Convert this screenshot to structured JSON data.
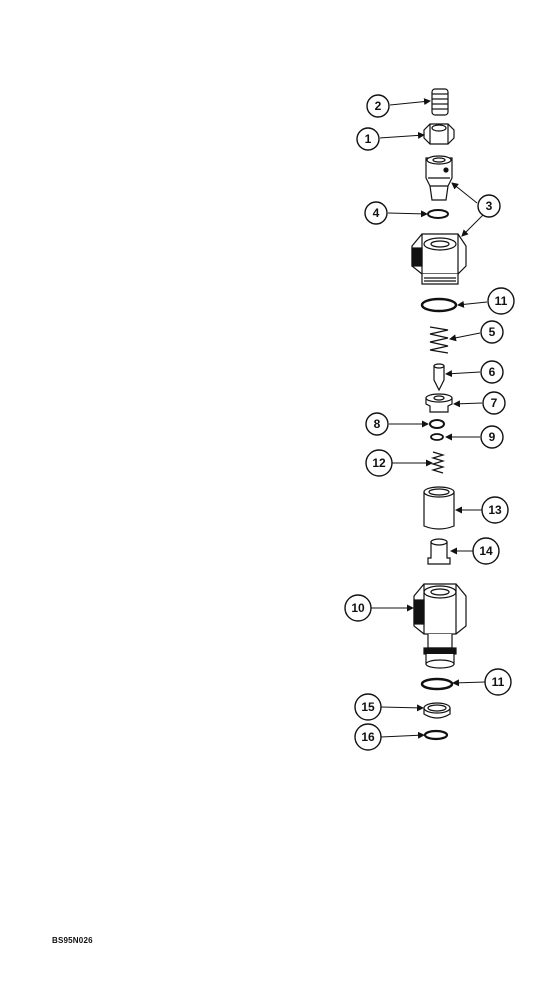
{
  "figure_id": "BS95N026",
  "callouts": {
    "c2": "2",
    "c1": "1",
    "c3": "3",
    "c4": "4",
    "c11a": "11",
    "c5": "5",
    "c6": "6",
    "c7": "7",
    "c8": "8",
    "c9": "9",
    "c12": "12",
    "c13": "13",
    "c14": "14",
    "c10": "10",
    "c11b": "11",
    "c15": "15",
    "c16": "16"
  }
}
